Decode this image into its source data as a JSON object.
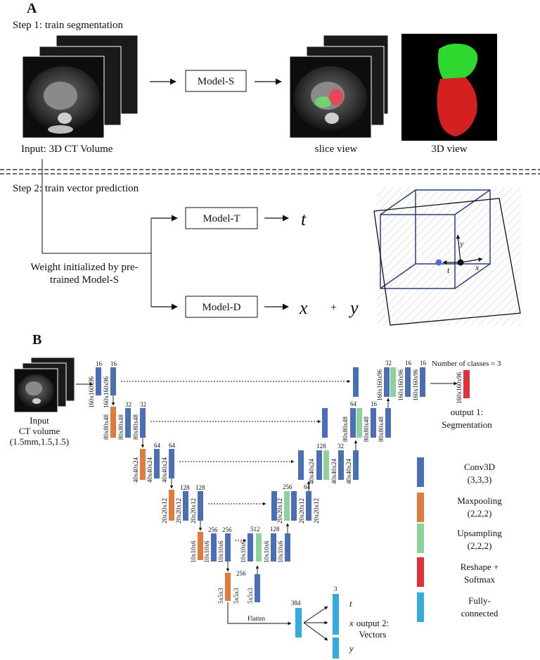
{
  "panel_a": {
    "label": "A",
    "step1": "Step 1: train segmentation",
    "step2": "Step 2: train vector prediction",
    "input_caption": "Input: 3D CT Volume",
    "model_s": "Model-S",
    "slice_view": "slice view",
    "view_3d": "3D view",
    "model_t": "Model-T",
    "model_d": "Model-D",
    "weight_line1": "Weight initialized by pre-",
    "weight_line2": "trained Model-S",
    "t_symbol": "t⃗",
    "x_symbol": "x⃗",
    "plus": "+",
    "y_symbol": "y⃗"
  },
  "panel_b": {
    "label": "B",
    "input_line1": "Input",
    "input_line2": "CT volume",
    "input_line3": "(1.5mm,1.5,1.5)",
    "num_classes": "Number of classes = 3",
    "output1_line1": "output 1:",
    "output1_line2": "Segmentation",
    "output2_line1": "output 2:",
    "output2_line2": "Vectors",
    "flatten": "Flatten",
    "channels": {
      "l1a": "16",
      "l1b": "16",
      "l2a": "32",
      "l2b": "32",
      "l3a": "64",
      "l3b": "64",
      "l4a": "128",
      "l4b": "128",
      "l5a": "256",
      "l5b": "256",
      "l6": "256",
      "u5": "512",
      "u5b": "128",
      "u4": "256",
      "u4b": "64",
      "u3": "128",
      "u3b": "32",
      "u2": "64",
      "u2b": "16",
      "u1": "32",
      "u1b": "16",
      "u1c": "16",
      "fc": "384",
      "vec": "3"
    },
    "dims": {
      "d160": "160x160x96",
      "d80": "80x80x48",
      "d40": "40x40x24",
      "d20": "20x20x12",
      "d10": "10x10x6",
      "d5": "5x5x3"
    },
    "legend": {
      "conv": [
        "Conv3D",
        "(3,3,3)"
      ],
      "maxpool": [
        "Maxpooling",
        "(2,2,2)"
      ],
      "upsample": [
        "Upsampling",
        "(2,2,2)"
      ],
      "reshape": [
        "Reshape +",
        "Softmax"
      ],
      "fc": [
        "Fully-",
        "connected"
      ]
    },
    "vector_labels": [
      "t⃗",
      "x⃗",
      "y⃗"
    ]
  },
  "colors": {
    "conv": "#4a6fb5",
    "maxpool": "#e07b3c",
    "upsample": "#8fd19a",
    "reshape": "#e0303a",
    "fc": "#35aadf",
    "cube": "#2c3f7a"
  }
}
